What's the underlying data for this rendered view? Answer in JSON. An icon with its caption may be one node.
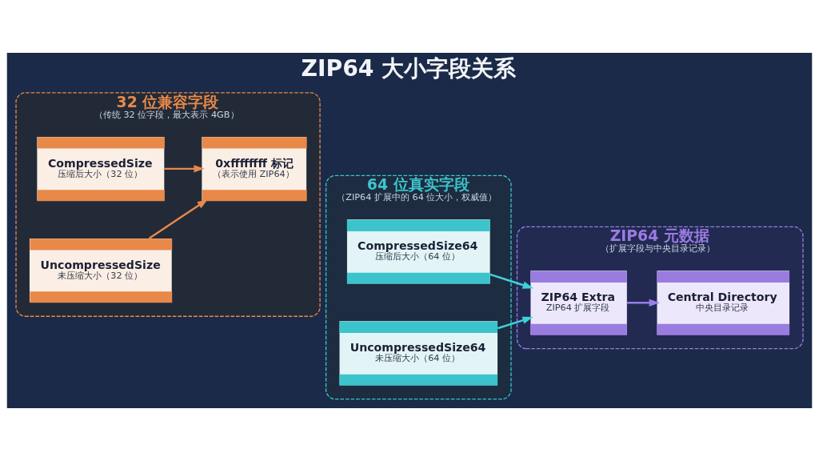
{
  "diagram": {
    "title": "ZIP64 大小字段关系",
    "nodes": [
      {
        "text": [
          "32 位兼容字段",
          "（传统 32 位字段，最大表示 4GB）"
        ]
      },
      {
        "text": [
          "CompressedSize",
          "压缩后大小（32 位）"
        ],
        "in": 0
      },
      {
        "text": [
          "UncompressedSize",
          "未压缩大小（32 位）"
        ],
        "in": 0
      },
      {
        "text": [
          "0xffffffff 标记",
          "（表示使用 ZIP64）"
        ],
        "in": 0
      },
      {
        "text": [
          "64 位真实字段",
          "（ZIP64 扩展中的 64 位大小，权威值）"
        ]
      },
      {
        "text": [
          "CompressedSize64",
          "压缩后大小（64 位）"
        ],
        "in": 4
      },
      {
        "text": [
          "UncompressedSize64",
          "未压缩大小（64 位）"
        ],
        "in": 4
      },
      {
        "text": [
          "ZIP64 元数据",
          "（扩展字段与中央目录记录）"
        ]
      },
      {
        "text": [
          "ZIP64 Extra",
          "ZIP64 扩展字段"
        ],
        "in": 7
      },
      {
        "text": [
          "Central Directory",
          "中央目录记录"
        ],
        "in": 7
      }
    ],
    "edges": [
      {
        "from": 1,
        "to": 3,
        "arrow": "to",
        "color": "#e8894a"
      },
      {
        "from": 2,
        "to": 3,
        "arrow": "to",
        "color": "#e8894a"
      },
      {
        "from": 5,
        "to": 8,
        "arrow": "to",
        "color": "#3fd0d8"
      },
      {
        "from": 6,
        "to": 8,
        "arrow": "to",
        "color": "#3fd0d8"
      },
      {
        "from": 8,
        "to": 9,
        "arrow": "to",
        "color": "#9b7fe6"
      }
    ]
  }
}
